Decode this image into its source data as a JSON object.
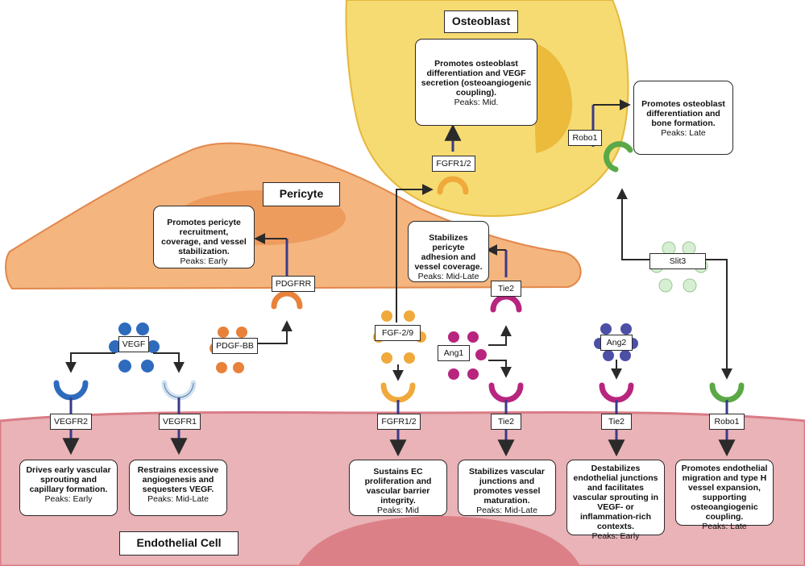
{
  "cells": {
    "osteoblast": "Osteoblast",
    "pericyte": "Pericyte",
    "endothelial": "Endothelial Cell"
  },
  "labels": {
    "vegf": "VEGF",
    "vegfr2": "VEGFR2",
    "vegfr1": "VEGFR1",
    "pdgfbb": "PDGF-BB",
    "pdgfrr": "PDGFRR",
    "fgf29": "FGF-2/9",
    "fgfr12_top": "FGFR1/2",
    "fgfr12_bottom": "FGFR1/2",
    "ang1": "Ang1",
    "tie2_pericyte": "Tie2",
    "tie2_ang1": "Tie2",
    "ang2": "Ang2",
    "tie2_ang2": "Tie2",
    "slit3": "Slit3",
    "robo1_top": "Robo1",
    "robo1_bottom": "Robo1"
  },
  "boxes": {
    "osteoblast_fgf": {
      "text": "Promotes osteoblast differentiation and VEGF secretion (osteoangiogenic coupling).",
      "peak": "Peaks: Mid."
    },
    "osteoblast_robo": {
      "text": "Promotes osteoblast differentiation and bone formation.",
      "peak": "Peaks: Late"
    },
    "pericyte_pdgf": {
      "text": "Promotes pericyte recruitment, coverage, and vessel stabilization.",
      "peak": "Peaks: Early"
    },
    "pericyte_tie2": {
      "text": "Stabilizes pericyte adhesion and vessel coverage.",
      "peak": "Peaks: Mid-Late"
    },
    "vegfr2": {
      "text": "Drives early vascular sprouting and capillary formation.",
      "peak": "Peaks: Early"
    },
    "vegfr1": {
      "text": "Restrains excessive angiogenesis and sequesters VEGF.",
      "peak": "Peaks: Mid-Late"
    },
    "fgfr12": {
      "text": "Sustains EC proliferation and vascular barrier integrity.",
      "peak": "Peaks: Mid"
    },
    "tie2_ang1": {
      "text": "Stabilizes vascular junctions and promotes vessel maturation.",
      "peak": "Peaks: Mid-Late"
    },
    "tie2_ang2": {
      "text": "Destabilizes endothelial junctions and facilitates vascular sprouting in VEGF- or inflammation-rich contexts.",
      "peak": "Peaks: Early"
    },
    "robo1": {
      "text": "Promotes endothelial migration and type H vessel expansion, supporting osteoangiogenic coupling.",
      "peak": "Peaks: Late"
    }
  },
  "colors": {
    "osteoblast_fill": "#f6db73",
    "osteoblast_nucleus": "#ecbb3c",
    "pericyte_fill": "#f4b57f",
    "pericyte_nucleus": "#ee9b5e",
    "endothelial_fill": "#e9b3b7",
    "endothelial_nucleus": "#dc8088",
    "vegf": "#2f6bbd",
    "vegfr1": "#cfe2f3",
    "pdgf": "#e8823a",
    "fgf": "#f0a93b",
    "ang1": "#b8257e",
    "ang2": "#4c4fa6",
    "slit3": "#d6efd3",
    "robo1": "#5aa846"
  }
}
